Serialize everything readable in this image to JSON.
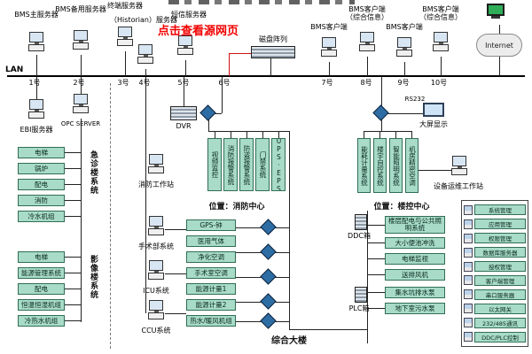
{
  "watermark": {
    "text": "点击查看源网页"
  },
  "lan": {
    "label": "LAN",
    "taps": [
      "1号",
      "2号",
      "3号",
      "4号",
      "5号",
      "6号",
      "7号",
      "8号",
      "9号",
      "10号"
    ]
  },
  "servers": {
    "s1": "BMS主服务器",
    "s2": "BMS备用服务器",
    "s3": "终端服务器",
    "s4": "（Historian）服务器",
    "s5": "短信服务器",
    "s6": "磁盘阵列",
    "s7": "BMS客户端",
    "s8": "BMS客户端（综合信息）",
    "s9": "BMS客户端",
    "s10": "BMS客户端（综合信息）",
    "internet": "Internet"
  },
  "left": {
    "edi": "EBI服务器",
    "opc": "OPC SERVER",
    "group1": {
      "label": "急诊楼系统",
      "items": [
        "电梯",
        "锅炉",
        "配电",
        "消防",
        "冷水机组"
      ]
    },
    "group2": {
      "label": "影像楼系统",
      "items": [
        "电梯",
        "能源管理系统",
        "配电",
        "恒温恒湿机组",
        "冷热水机组"
      ]
    }
  },
  "center": {
    "dvr": "DVR",
    "fire_ws": "消防工作站",
    "systems": [
      "视频监控",
      "消防报警系统",
      "防盗报警系统",
      "门禁系统",
      "UPS·EPS"
    ],
    "location": "位置：消防中心",
    "ws1": "手术部系统",
    "ws2": "ICU系统",
    "ws3": "CCU系统",
    "items": [
      "GPS-钟",
      "医用气体",
      "净化空调",
      "手术室空调",
      "能源计量1",
      "能源计量2",
      "热水/暖风机组"
    ],
    "building": "综合大楼"
  },
  "right": {
    "rs232": "RS232",
    "screen": "大屏显示",
    "systems": [
      "能耗计量系统",
      "楼宇自控系统",
      "智能照明系统",
      "机房精密空调"
    ],
    "location": "位置：楼控中心",
    "ws": "设备运维工作站",
    "ddc": "DDC箱",
    "plc": "PLC箱",
    "items": [
      "楼层配电与公共照明系统",
      "大小便池冲洗",
      "电梯监视",
      "送排风机",
      "集水坑排水泵",
      "地下室污水泵"
    ]
  },
  "legend": {
    "items": [
      "系统管理",
      "应用管理",
      "权限管理",
      "数据库服务器",
      "授权管理",
      "客户端管理",
      "串口服务器",
      "以太网关",
      "232/485通讯",
      "DDC/PLC控制"
    ]
  }
}
